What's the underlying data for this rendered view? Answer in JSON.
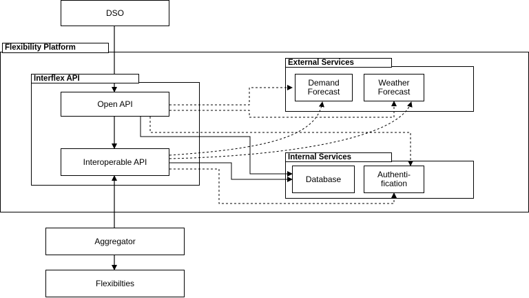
{
  "platform": {
    "title": "Flexibility Platform"
  },
  "dso": {
    "label": "DSO"
  },
  "interflex": {
    "title": "Interflex API",
    "open_api": "Open API",
    "interoperable_api": "Interoperable API"
  },
  "external_services": {
    "title": "External Services",
    "demand_forecast": "Demand\nForecast",
    "weather_forecast": "Weather\nForecast"
  },
  "internal_services": {
    "title": "Internal Services",
    "database": "Database",
    "authentication": "Authenti-\nfication"
  },
  "aggregator": {
    "label": "Aggregator"
  },
  "flexibilities": {
    "label": "Flexibilties"
  }
}
